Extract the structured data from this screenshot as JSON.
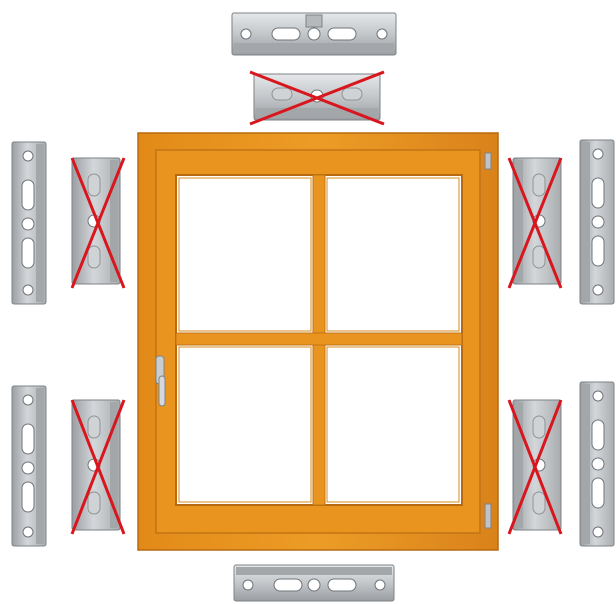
{
  "colors": {
    "frame_orange": "#E8951E",
    "frame_dark": "#B86A10",
    "frame_light": "#F6B54A",
    "glass": "#FFFFFF",
    "bracket_metal": "#C4C8CB",
    "bracket_dark": "#8E9396",
    "bracket_light": "#E4E6E8",
    "cross_red": "#D8161E",
    "hardware_silver": "#BFC3C6"
  },
  "scene": {
    "subject": "casement-window",
    "panes": 4,
    "handle_side": "left",
    "hinge_side": "right",
    "brackets": [
      {
        "position": "top-outer",
        "orientation": "horizontal",
        "crossed_out": false
      },
      {
        "position": "top-inner",
        "orientation": "horizontal",
        "crossed_out": true
      },
      {
        "position": "bottom",
        "orientation": "horizontal",
        "crossed_out": false
      },
      {
        "position": "left-upper-outer",
        "orientation": "vertical",
        "crossed_out": false
      },
      {
        "position": "left-upper-inner",
        "orientation": "vertical",
        "crossed_out": true
      },
      {
        "position": "left-lower-outer",
        "orientation": "vertical",
        "crossed_out": false
      },
      {
        "position": "left-lower-inner",
        "orientation": "vertical",
        "crossed_out": true
      },
      {
        "position": "right-upper-inner",
        "orientation": "vertical",
        "crossed_out": true
      },
      {
        "position": "right-upper-outer",
        "orientation": "vertical",
        "crossed_out": false
      },
      {
        "position": "right-lower-inner",
        "orientation": "vertical",
        "crossed_out": true
      },
      {
        "position": "right-lower-outer",
        "orientation": "vertical",
        "crossed_out": false
      }
    ]
  }
}
